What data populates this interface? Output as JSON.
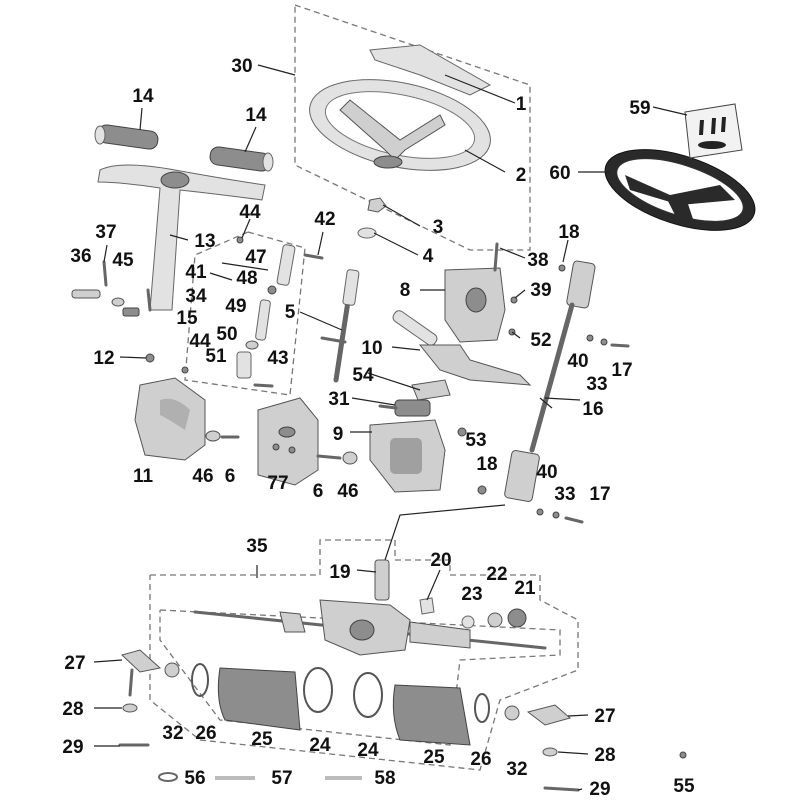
{
  "diagram": {
    "labels": {
      "p1": "1",
      "p2": "2",
      "p3": "3",
      "p4": "4",
      "p5": "5",
      "p6a": "6",
      "p6b": "6",
      "p8": "8",
      "p9": "9",
      "p10": "10",
      "p11": "11",
      "p12": "12",
      "p13": "13",
      "p14a": "14",
      "p14b": "14",
      "p15": "15",
      "p16": "16",
      "p17a": "17",
      "p17b": "17",
      "p18a": "18",
      "p18b": "18",
      "p19": "19",
      "p20": "20",
      "p21": "21",
      "p22": "22",
      "p23": "23",
      "p24a": "24",
      "p24b": "24",
      "p25a": "25",
      "p25b": "25",
      "p26a": "26",
      "p26b": "26",
      "p27a": "27",
      "p27b": "27",
      "p28a": "28",
      "p28b": "28",
      "p29a": "29",
      "p29b": "29",
      "p30": "30",
      "p31": "31",
      "p32a": "32",
      "p32b": "32",
      "p33a": "33",
      "p33b": "33",
      "p34": "34",
      "p35": "35",
      "p36": "36",
      "p37": "37",
      "p38": "38",
      "p39": "39",
      "p40a": "40",
      "p40b": "40",
      "p41": "41",
      "p42": "42",
      "p43": "43",
      "p44a": "44",
      "p44b": "44",
      "p45": "45",
      "p46a": "46",
      "p46b": "46",
      "p47": "47",
      "p48": "48",
      "p49": "49",
      "p50": "50",
      "p51": "51",
      "p52": "52",
      "p53": "53",
      "p54": "54",
      "p55": "55",
      "p56": "56",
      "p57": "57",
      "p58": "58",
      "p59": "59",
      "p60": "60",
      "p77": "77"
    }
  }
}
